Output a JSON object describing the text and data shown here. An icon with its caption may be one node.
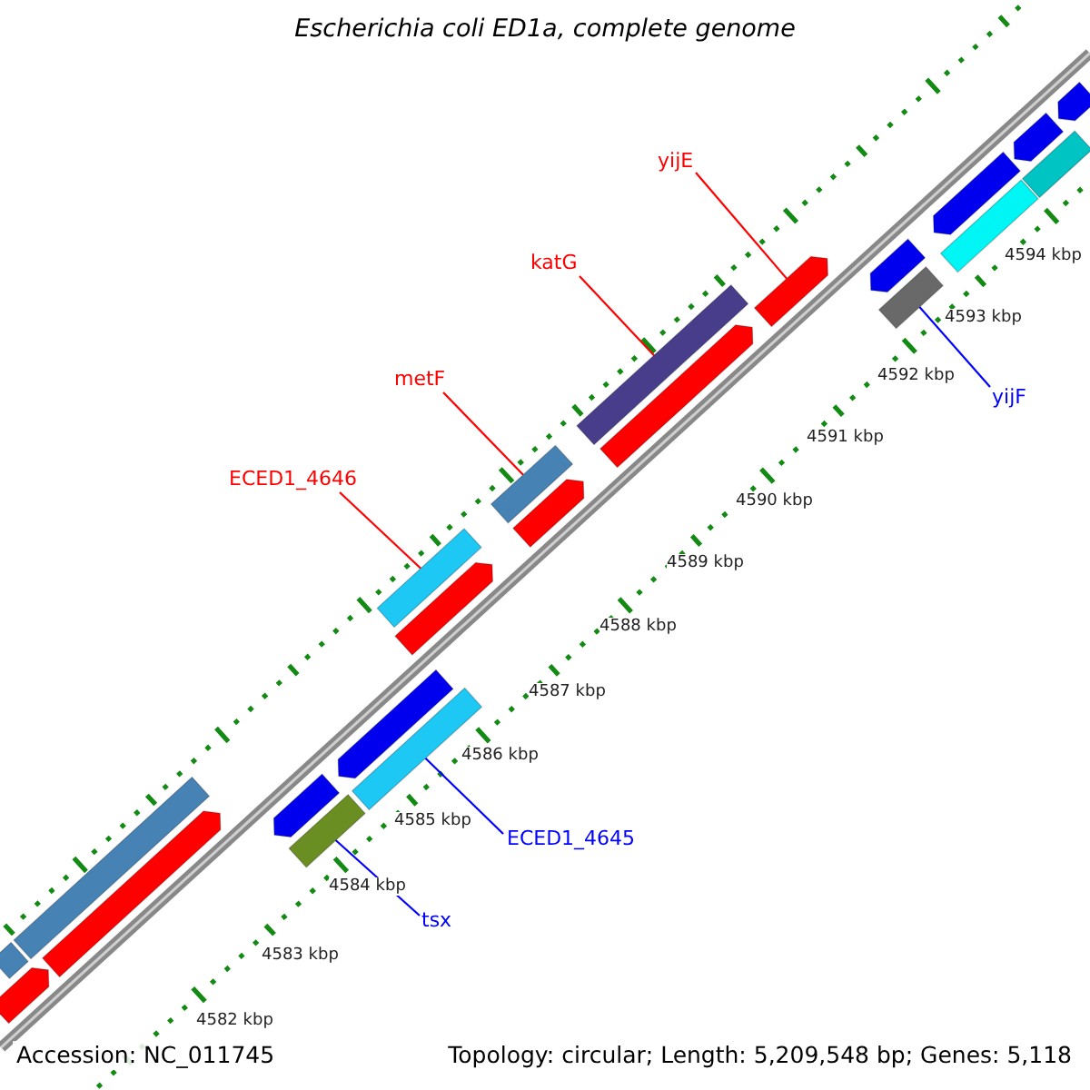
{
  "diagram": {
    "title": "Escherichia coli ED1a, complete genome",
    "nodes": [
      {
        "text": [
          "yijE"
        ]
      },
      {
        "text": [
          "katG"
        ]
      },
      {
        "text": [
          "metF"
        ]
      },
      {
        "text": [
          "ECED1_4646"
        ]
      },
      {
        "text": [
          "yijF"
        ]
      },
      {
        "text": [
          "ECED1_4645"
        ]
      },
      {
        "text": [
          "tsx"
        ]
      },
      {
        "text": [],
        "shape": "bar"
      },
      {
        "text": [],
        "shape": "bar"
      },
      {
        "text": [],
        "shape": "bar"
      },
      {
        "text": [],
        "shape": "bar"
      },
      {
        "text": [],
        "shape": "bar"
      },
      {
        "text": [],
        "shape": "arrow"
      },
      {
        "text": [],
        "shape": "bar"
      },
      {
        "text": [],
        "shape": "arrow"
      },
      {
        "text": [],
        "shape": "bar"
      },
      {
        "text": [],
        "shape": "bar"
      },
      {
        "text": [],
        "shape": "arrow"
      },
      {
        "text": [],
        "shape": "arrow"
      },
      {
        "text": [],
        "shape": "arrow"
      },
      {
        "text": [],
        "shape": "arrow"
      },
      {
        "text": [],
        "shape": "arrow"
      },
      {
        "text": [],
        "shape": "arrow"
      },
      {
        "text": [],
        "shape": "arrow"
      },
      {
        "text": [],
        "shape": "bar"
      },
      {
        "text": [],
        "shape": "arrow"
      },
      {
        "text": [],
        "shape": "bar"
      },
      {
        "text": [],
        "shape": "arrow"
      },
      {
        "text": [],
        "shape": "arrow"
      }
    ],
    "edges": [
      {
        "from": 0,
        "to": 12,
        "arrow": "none"
      },
      {
        "from": 1,
        "to": 11,
        "arrow": "none"
      },
      {
        "from": 2,
        "to": 10,
        "arrow": "none"
      },
      {
        "from": 3,
        "to": 9,
        "arrow": "none"
      },
      {
        "from": 4,
        "to": 13,
        "arrow": "none",
        "color": "#0000ff"
      },
      {
        "from": 5,
        "to": 8,
        "arrow": "none",
        "color": "#0000ff"
      },
      {
        "from": 6,
        "to": 7,
        "arrow": "none",
        "color": "#0000ff"
      }
    ],
    "labels": [
      "4594 kbp",
      "4593 kbp",
      "4592 kbp",
      "4591 kbp",
      "4590 kbp",
      "4589 kbp",
      "4588 kbp",
      "4587 kbp",
      "4586 kbp",
      "4585 kbp",
      "4584 kbp",
      "4583 kbp",
      "4582 kbp",
      "Accession: NC_011745",
      "Topology: circular; Length: 5,209,548 bp; Genes: 5,118"
    ]
  }
}
